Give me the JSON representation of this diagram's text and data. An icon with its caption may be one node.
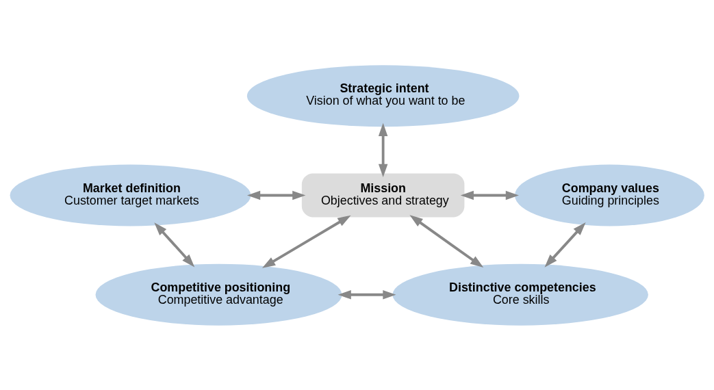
{
  "diagram": {
    "nodes": [
      {
        "text": [
          "Strategic intent",
          "Vision of what you want to be"
        ]
      },
      {
        "text": [
          "Market definition",
          "Customer target markets"
        ]
      },
      {
        "text": [
          "Mission",
          "Objectives and strategy"
        ]
      },
      {
        "text": [
          "Company values",
          "Guiding principles"
        ]
      },
      {
        "text": [
          "Competitive positioning",
          "Competitive advantage"
        ]
      },
      {
        "text": [
          "Distinctive competencies",
          "Core skills"
        ]
      }
    ],
    "edges": [
      {
        "from": 0,
        "to": 2,
        "arrow": "both"
      },
      {
        "from": 1,
        "to": 2,
        "arrow": "both"
      },
      {
        "from": 2,
        "to": 3,
        "arrow": "both"
      },
      {
        "from": 1,
        "to": 4,
        "arrow": "both"
      },
      {
        "from": 2,
        "to": 4,
        "arrow": "both"
      },
      {
        "from": 2,
        "to": 5,
        "arrow": "both"
      },
      {
        "from": 3,
        "to": 5,
        "arrow": "both"
      },
      {
        "from": 4,
        "to": 5,
        "arrow": "both"
      }
    ]
  }
}
